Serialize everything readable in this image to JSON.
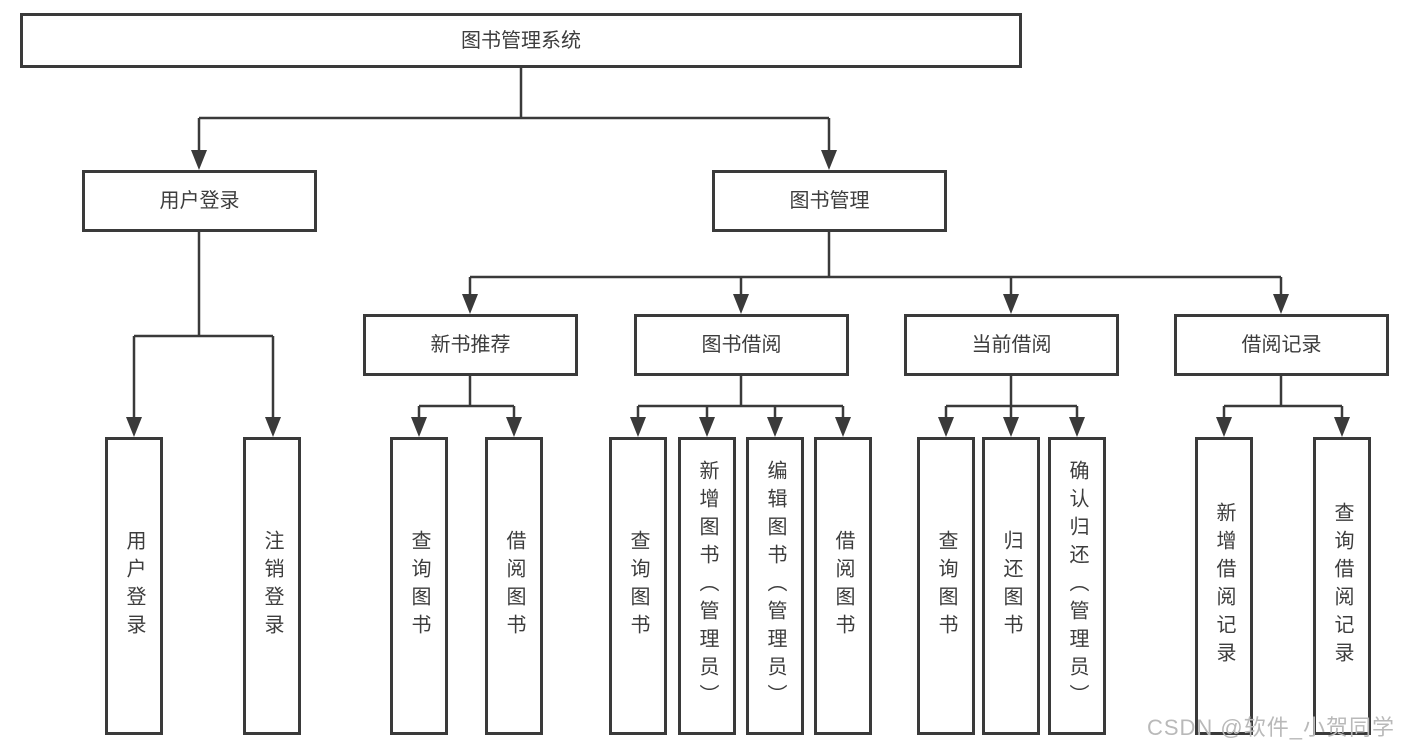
{
  "colors": {
    "line": "#3a3a3a",
    "box_border": "#3a3a3a",
    "text": "#3d3d3d",
    "watermark": "#b9b9b9",
    "background": "#ffffff"
  },
  "watermark": {
    "text": "CSDN @软件_小贺同学"
  },
  "diagram": {
    "root": {
      "label": "图书管理系统"
    },
    "children": [
      {
        "label": "用户登录",
        "children": [
          {
            "label": "用户登录"
          },
          {
            "label": "注销登录"
          }
        ]
      },
      {
        "label": "图书管理",
        "children": [
          {
            "label": "新书推荐",
            "children": [
              {
                "label": "查询图书"
              },
              {
                "label": "借阅图书"
              }
            ]
          },
          {
            "label": "图书借阅",
            "children": [
              {
                "label": "查询图书"
              },
              {
                "label": "新增图书（管理员）"
              },
              {
                "label": "编辑图书（管理员）"
              },
              {
                "label": "借阅图书"
              }
            ]
          },
          {
            "label": "当前借阅",
            "children": [
              {
                "label": "查询图书"
              },
              {
                "label": "归还图书"
              },
              {
                "label": "确认归还（管理员）"
              }
            ]
          },
          {
            "label": "借阅记录",
            "children": [
              {
                "label": "新增借阅记录"
              },
              {
                "label": "查询借阅记录"
              }
            ]
          }
        ]
      }
    ]
  }
}
